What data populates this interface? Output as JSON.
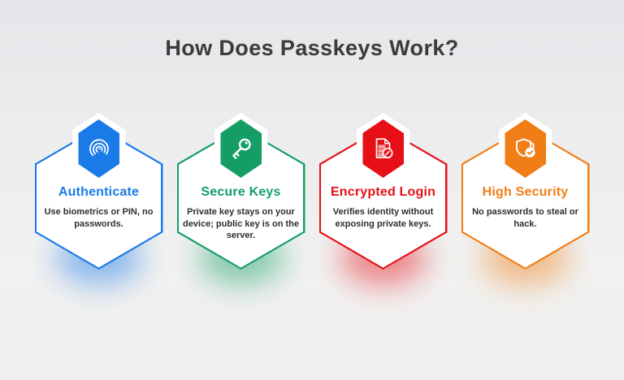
{
  "title": "How Does Passkeys Work?",
  "colors": {
    "background_top": "#e4e6e9",
    "background_bottom": "#f0f0ef",
    "title_text": "#3b3b3b",
    "body_text": "#2e2e2e"
  },
  "cards": [
    {
      "title": "Authenticate",
      "description": "Use biometrics or PIN, no passwords.",
      "color": "#1a7ae8",
      "icon": "fingerprint-icon"
    },
    {
      "title": "Secure Keys",
      "description": "Private key stays on your device; public key is on the server.",
      "color": "#149e66",
      "icon": "key-icon"
    },
    {
      "title": "Encrypted Login",
      "description": "Verifies identity without exposing private keys.",
      "color": "#e60f16",
      "icon": "encrypted-document-icon"
    },
    {
      "title": "High Security",
      "description": "No passwords to steal or hack.",
      "color": "#f07d16",
      "icon": "shield-check-icon"
    }
  ]
}
